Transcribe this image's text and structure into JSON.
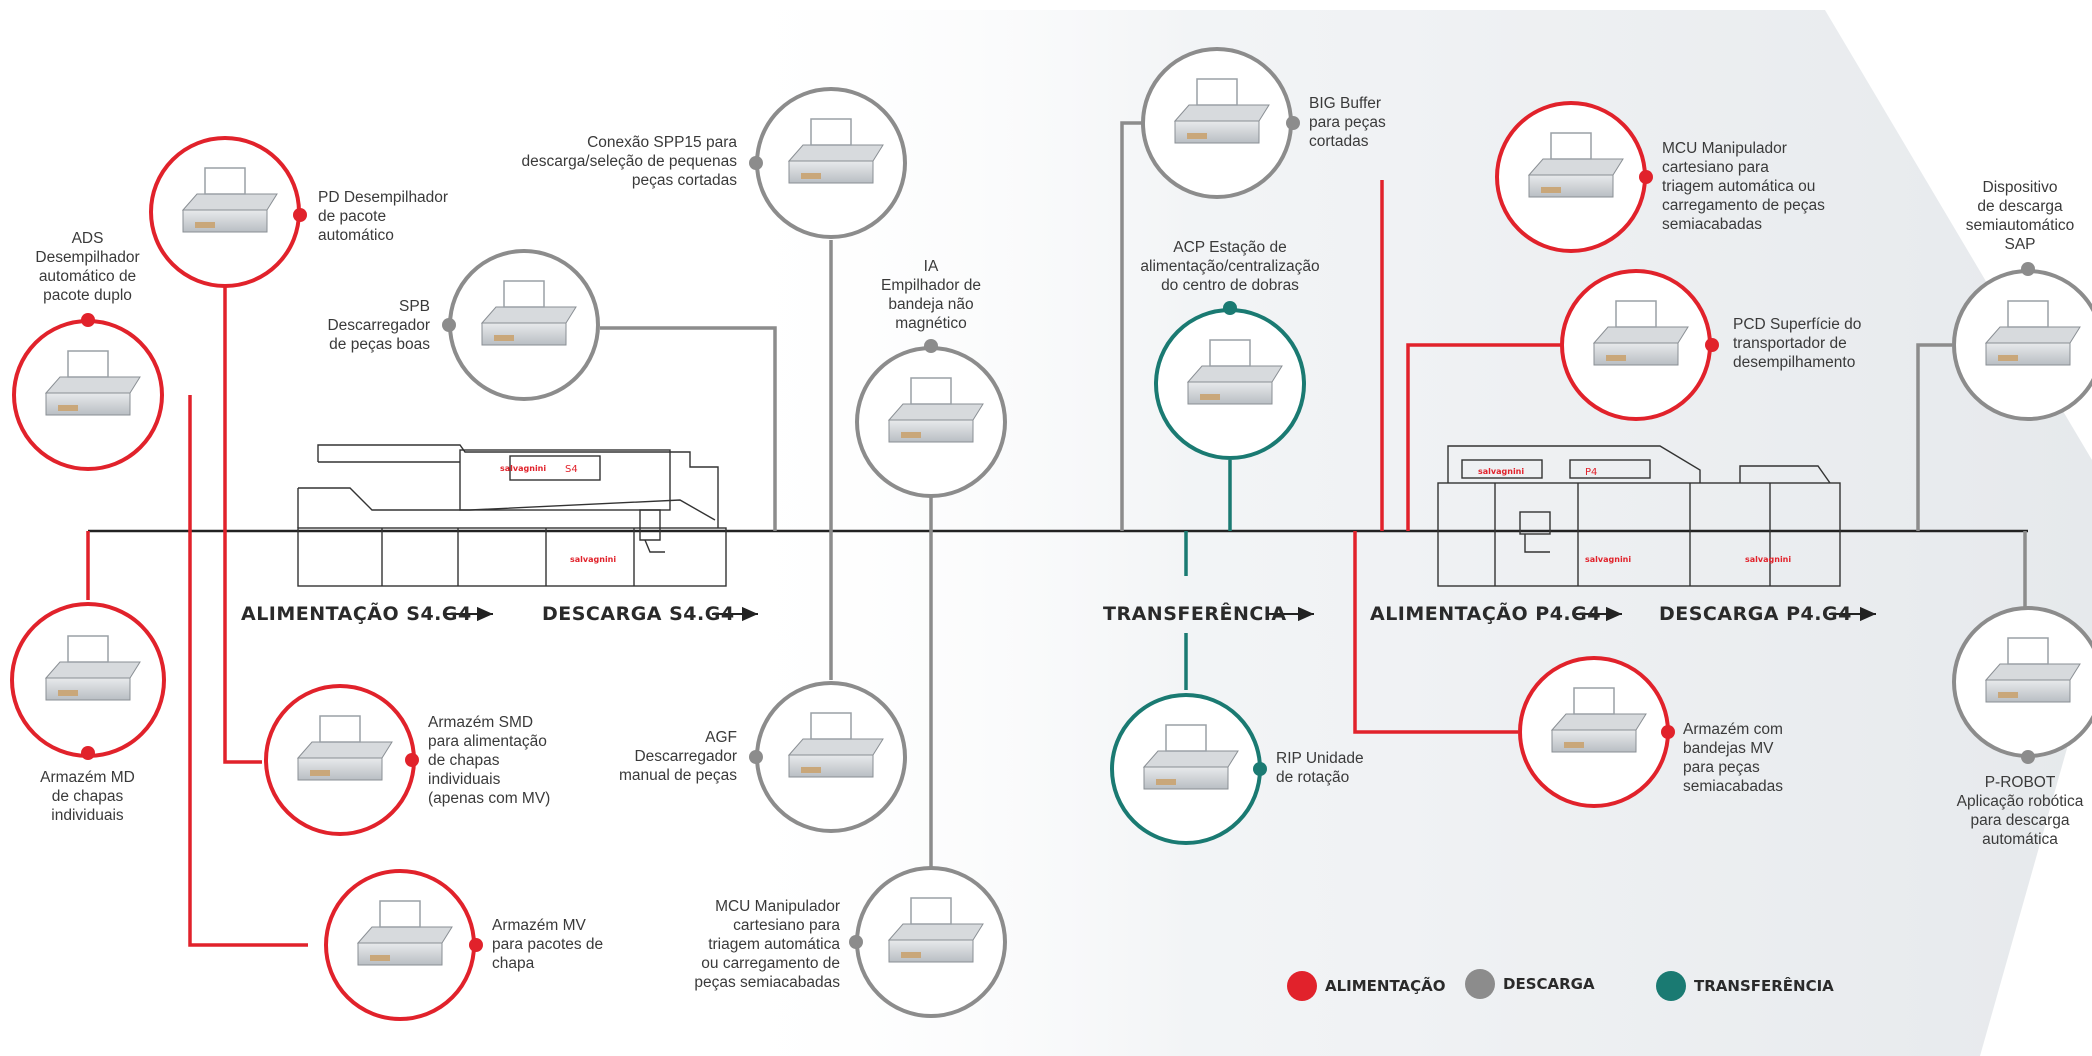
{
  "colors": {
    "alimentacao": "#e1222b",
    "descarga": "#8c8c8c",
    "transferencia": "#1a7a72",
    "line": "#222222",
    "text": "#3a3a3a"
  },
  "stages": {
    "alim_s4": "ALIMENTAÇÃO S4.G4",
    "desc_s4": "DESCARGA S4.G4",
    "transferencia": "TRANSFERÊNCIA",
    "alim_p4": "ALIMENTAÇÃO P4.G4",
    "desc_p4": "DESCARGA P4.G4"
  },
  "machine_logos": {
    "s4_top": "salvagnini",
    "s4_model": "S4",
    "s4_bottom": "salvagnini",
    "p4_top": "salvagnini",
    "p4_model": "P4",
    "p4_mid": "salvagnini",
    "p4_right": "salvagnini"
  },
  "nodes": {
    "ads": {
      "label": "ADS\nDesempilhador\nautomático de\npacote duplo",
      "category": "alimentacao"
    },
    "pd": {
      "label": "PD Desempilhador\nde pacote\nautomático",
      "category": "alimentacao"
    },
    "md": {
      "label": "Armazém MD\nde chapas\nindividuais",
      "category": "alimentacao"
    },
    "smd": {
      "label": "Armazém SMD\npara alimentação\nde chapas\nindividuais\n(apenas com MV)",
      "category": "alimentacao"
    },
    "mv": {
      "label": "Armazém MV\npara pacotes de\nchapa",
      "category": "alimentacao"
    },
    "spb": {
      "label": "SPB\nDescarregador\nde peças boas",
      "category": "descarga"
    },
    "spp15": {
      "label": "Conexão SPP15 para\ndescarga/seleção de pequenas\npeças cortadas",
      "category": "descarga"
    },
    "ia": {
      "label": "IA\nEmpilhador de\nbandeja não\nmagnético",
      "category": "descarga"
    },
    "agf": {
      "label": "AGF\nDescarregador\nmanual de peças",
      "category": "descarga"
    },
    "mcu1": {
      "label": "MCU Manipulador\ncartesiano para\ntriagem automática\nou carregamento de\npeças semiacabadas",
      "category": "descarga"
    },
    "big": {
      "label": "BIG Buffer\npara peças\ncortadas",
      "category": "descarga"
    },
    "acp": {
      "label": "ACP Estação de\nalimentação/centralização\ndo centro de dobras",
      "category": "transferencia"
    },
    "rip": {
      "label": "RIP Unidade\nde rotação",
      "category": "transferencia"
    },
    "mcu2": {
      "label": "MCU Manipulador\ncartesiano para\ntriagem automática ou\ncarregamento de peças\nsemiacabadas",
      "category": "alimentacao"
    },
    "pcd": {
      "label": "PCD Superfície do\ntransportador de\ndesempilhamento",
      "category": "alimentacao"
    },
    "mvtray": {
      "label": "Armazém com\nbandejas MV\npara peças\nsemiacabadas",
      "category": "alimentacao"
    },
    "sap": {
      "label": "Dispositivo\nde descarga\nsemiautomático\nSAP",
      "category": "descarga"
    },
    "probot": {
      "label": "P-ROBOT\nAplicação robótica\npara descarga\nautomática",
      "category": "descarga"
    }
  },
  "legend": [
    {
      "label": "ALIMENTAÇÃO",
      "category": "alimentacao"
    },
    {
      "label": "DESCARGA",
      "category": "descarga"
    },
    {
      "label": "TRANSFERÊNCIA",
      "category": "transferencia"
    }
  ],
  "icons": {
    "arrow": "right-arrow-icon"
  }
}
